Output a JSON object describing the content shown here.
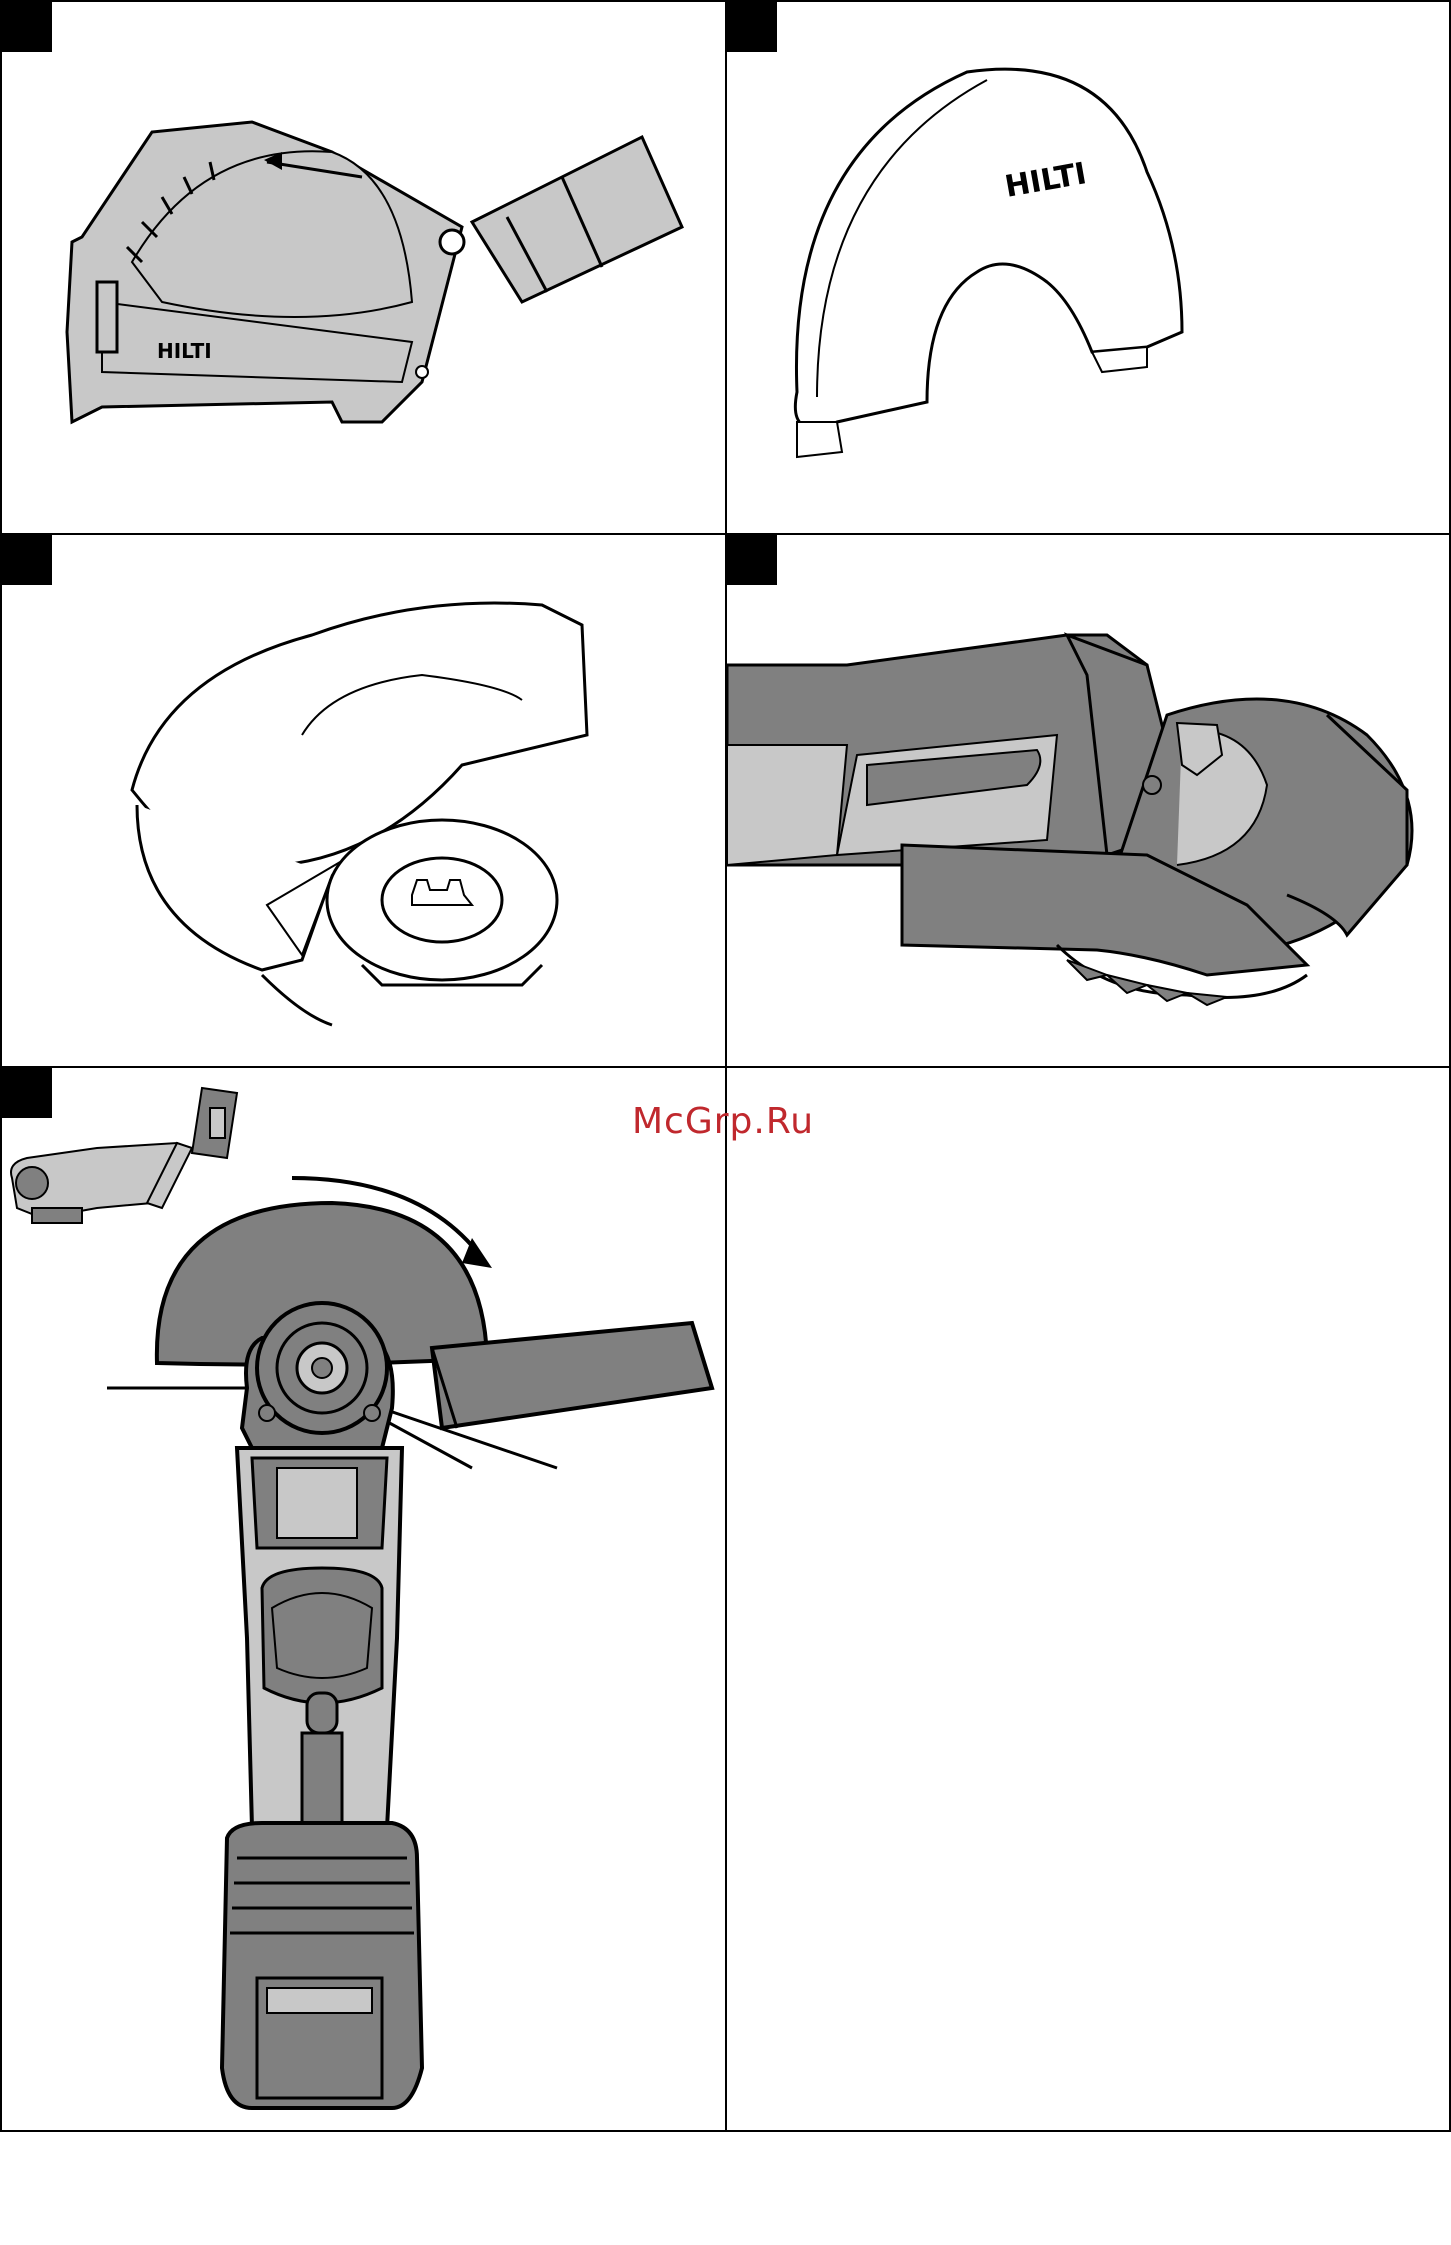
{
  "page": {
    "figures": [
      {
        "id": "fig-1",
        "logo_text": "HILTI"
      },
      {
        "id": "fig-2",
        "logo_text": "HILTI"
      },
      {
        "id": "fig-3"
      },
      {
        "id": "fig-4"
      },
      {
        "id": "fig-5"
      },
      {
        "id": "fig-6"
      }
    ],
    "watermark": "McGrp.Ru"
  },
  "colors": {
    "line": "#000000",
    "light_gray": "#c8c8c8",
    "dark_gray": "#808080",
    "watermark": "#c0282d"
  }
}
